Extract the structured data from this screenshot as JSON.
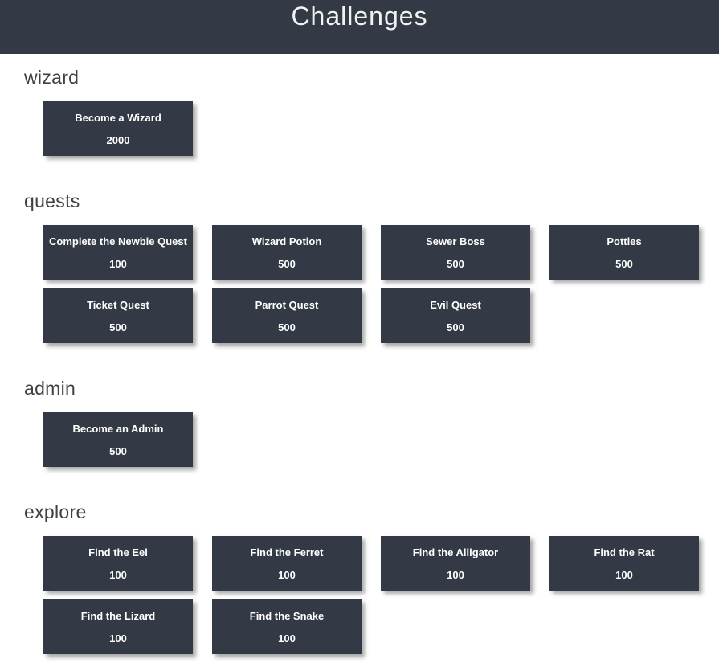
{
  "header": {
    "title": "Challenges"
  },
  "sections": [
    {
      "name": "wizard",
      "challenges": [
        {
          "title": "Become a Wizard",
          "points": "2000"
        }
      ]
    },
    {
      "name": "quests",
      "challenges": [
        {
          "title": "Complete the Newbie Quest",
          "points": "100"
        },
        {
          "title": "Wizard Potion",
          "points": "500"
        },
        {
          "title": "Sewer Boss",
          "points": "500"
        },
        {
          "title": "Pottles",
          "points": "500"
        },
        {
          "title": "Ticket Quest",
          "points": "500"
        },
        {
          "title": "Parrot Quest",
          "points": "500"
        },
        {
          "title": "Evil Quest",
          "points": "500"
        }
      ]
    },
    {
      "name": "admin",
      "challenges": [
        {
          "title": "Become an Admin",
          "points": "500"
        }
      ]
    },
    {
      "name": "explore",
      "challenges": [
        {
          "title": "Find the Eel",
          "points": "100"
        },
        {
          "title": "Find the Ferret",
          "points": "100"
        },
        {
          "title": "Find the Alligator",
          "points": "100"
        },
        {
          "title": "Find the Rat",
          "points": "100"
        },
        {
          "title": "Find the Lizard",
          "points": "100"
        },
        {
          "title": "Find the Snake",
          "points": "100"
        }
      ]
    }
  ],
  "colors": {
    "header_bg": "#333a45",
    "card_bg": "#333a45",
    "card_text": "#ffffff",
    "heading_text": "#404040",
    "page_bg": "#ffffff",
    "title_text": "#f2f2f2"
  }
}
